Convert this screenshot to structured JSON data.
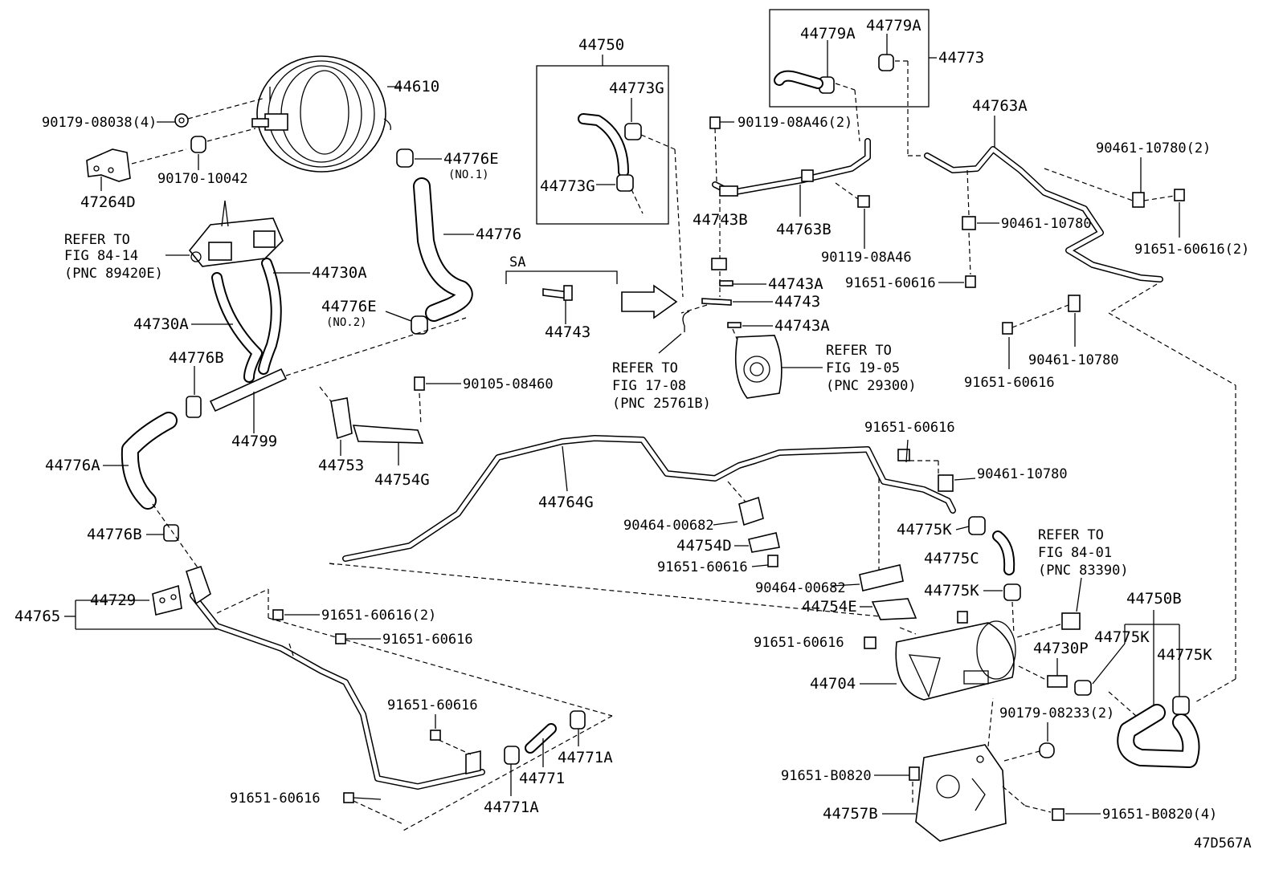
{
  "diagram_id": "47D567A",
  "labels": {
    "p44610": "44610",
    "p90179_08038": "90179-08038(4)",
    "p90170_10042": "90170-10042",
    "p47264D": "47264D",
    "p44776E_1": "44776E",
    "no1": "(NO.1)",
    "p44776": "44776",
    "refer8414_a": "REFER TO",
    "refer8414_b": "FIG 84-14",
    "refer8414_c": "(PNC 89420E)",
    "p44730A_r": "44730A",
    "p44730A_l": "44730A",
    "p44776E_2": "44776E",
    "no2": "(NO.2)",
    "p44776B_t": "44776B",
    "p44799": "44799",
    "p44776A": "44776A",
    "p44776B_b": "44776B",
    "p44750": "44750",
    "p44773G_1": "44773G",
    "p44773G_2": "44773G",
    "sa": "SA",
    "p44743_sa": "44743",
    "p44779A_1": "44779A",
    "p44779A_2": "44779A",
    "p44773": "44773",
    "p90119_2": "90119-08A46(2)",
    "p44743B": "44743B",
    "p44763B": "44763B",
    "p90119_1": "90119-08A46",
    "p44743A_1": "44743A",
    "p44743": "44743",
    "p44743A_2": "44743A",
    "refer1708_a": "REFER TO",
    "refer1708_b": "FIG 17-08",
    "refer1708_c": "(PNC 25761B)",
    "refer1905_a": "REFER TO",
    "refer1905_b": "FIG 19-05",
    "refer1905_c": "(PNC 29300)",
    "p44763A": "44763A",
    "p90461_2": "90461-10780(2)",
    "p90461_a": "90461-10780",
    "p91651_2a": "91651-60616(2)",
    "p91651_a": "91651-60616",
    "p90461_b": "90461-10780",
    "p91651_b": "91651-60616",
    "p90105": "90105-08460",
    "p44753": "44753",
    "p44754G": "44754G",
    "p44764G": "44764G",
    "p91651_c": "91651-60616",
    "p90461_c": "90461-10780",
    "p90464_1": "90464-00682",
    "p44754D": "44754D",
    "p91651_d": "91651-60616",
    "p44775K_1": "44775K",
    "p44775C": "44775C",
    "refer8401_a": "REFER TO",
    "refer8401_b": "FIG 84-01",
    "refer8401_c": "(PNC 83390)",
    "p90464_2": "90464-00682",
    "p44775K_2": "44775K",
    "p44754E": "44754E",
    "p44750B": "44750B",
    "p44765": "44765",
    "p44729": "44729",
    "p91651_2b": "91651-60616(2)",
    "p91651_e": "91651-60616",
    "p91651_f": "91651-60616",
    "p44704": "44704",
    "p44730P": "44730P",
    "p44775K_3": "44775K",
    "p44775K_4": "44775K",
    "p90179_08233": "90179-08233(2)",
    "p91651_g": "91651-60616",
    "p44771A_1": "44771A",
    "p44771": "44771",
    "p44771A_2": "44771A",
    "p91651_h": "91651-60616",
    "p91651_B0820": "91651-B0820",
    "p44757B": "44757B",
    "p91651_B0820_4": "91651-B0820(4)"
  }
}
